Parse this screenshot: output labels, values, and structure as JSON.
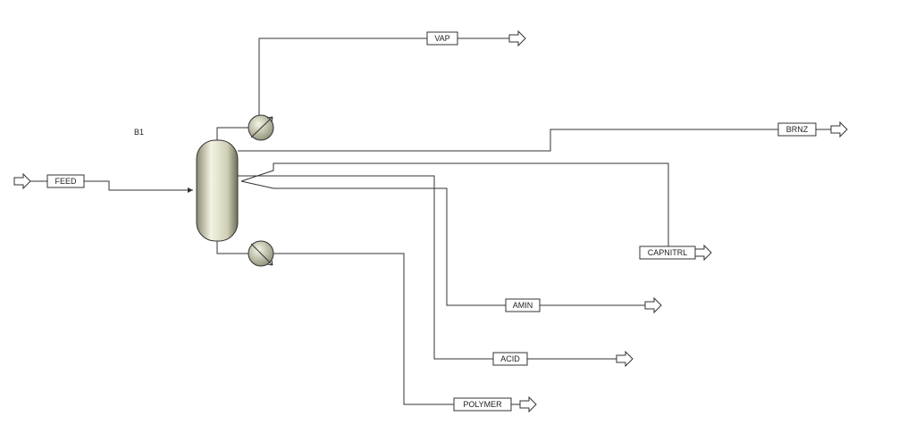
{
  "block": {
    "label": "B1"
  },
  "streams": {
    "feed": "FEED",
    "vap": "VAP",
    "brnz": "BRNZ",
    "capnitrl": "CAPNITRL",
    "amin": "AMIN",
    "acid": "ACID",
    "polymer": "POLYMER"
  },
  "colors": {
    "line": "#333333",
    "column_light": "#f2f2dc",
    "column_dark": "#6e6e58"
  }
}
